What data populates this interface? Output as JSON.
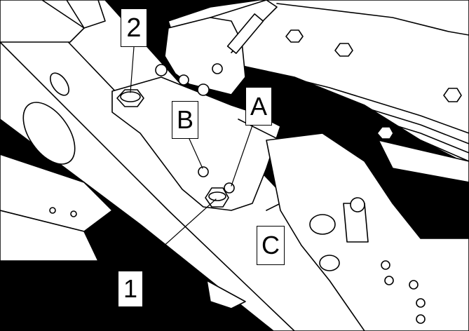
{
  "callouts": {
    "label_1": "1",
    "label_2": "2",
    "label_a": "A",
    "label_b": "B",
    "label_c": "C"
  },
  "colors": {
    "background": "#000000",
    "part_fill": "#ffffff",
    "line": "#000000"
  }
}
